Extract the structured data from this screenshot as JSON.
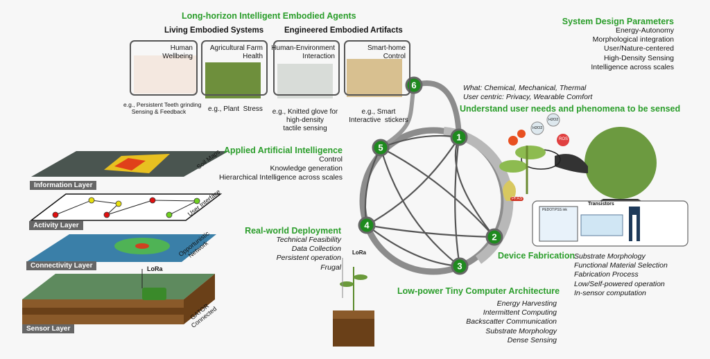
{
  "title": "Long-horizon Intelligent Embodied Agents",
  "living": {
    "heading": "Living Embodied Systems",
    "cards": [
      {
        "title": "Human\nWellbeing",
        "caption": "e.g., Persistent Teeth grinding\nSensing & Feedback"
      },
      {
        "title": "Agricultural Farm\nHealth",
        "caption": "e.g., Plant  Stress"
      }
    ]
  },
  "engineered": {
    "heading": "Engineered Embodied Artifacts",
    "cards": [
      {
        "title": "Human-Environment\nInteraction",
        "caption": "e.g., Knitted glove for\nhigh-density\ntactile sensing"
      },
      {
        "title": "Smart-home\nControl",
        "caption": "e.g., Smart\nInteractive  stickers"
      }
    ]
  },
  "design_params": {
    "heading": "System Design Parameters",
    "items": [
      "Energy-Autonomy",
      "Morphological integration",
      "User/Nature-centered",
      "High-Density Sensing",
      "Intelligence across scales"
    ]
  },
  "understand": {
    "lines": [
      "What: Chemical, Mechanical, Thermal",
      "User centric: Privacy, Wearable Comfort"
    ],
    "heading": "Understand user needs and phenomena to be sensed",
    "badges": [
      "H2O2",
      "H2O2",
      "ROS",
      "PFAS"
    ]
  },
  "applied_ai": {
    "heading": "Applied Artificial Intelligence",
    "items": [
      "Control",
      "Knowledge generation",
      "Hierarchical Intelligence across scales"
    ]
  },
  "deployment": {
    "heading": "Real-world Deployment",
    "items": [
      "Technical Feasibility",
      "Data Collection",
      "Persistent operation",
      "Frugal"
    ]
  },
  "device_fab": {
    "heading": "Device Fabrication",
    "items": [
      "Substrate Morphology",
      "Functional Material Selection",
      "Fabrication Process",
      "Low/Self-powered operation",
      "In-sensor computation"
    ],
    "panel_label": "Transistors",
    "ink_label": "PEDOT:PSS ink"
  },
  "low_power": {
    "heading": "Low-power Tiny Computer Architecture",
    "items": [
      "Energy Harvesting",
      "Intermittent Computing",
      "Backscatter Communication",
      "Substrate Morphology",
      "Dense Sensing"
    ]
  },
  "layers": {
    "information": {
      "label": "Information Layer",
      "side": "Soil Maps"
    },
    "activity": {
      "label": "Activity Layer",
      "side": "User Interface"
    },
    "connectivity": {
      "label": "Connectivity Layer",
      "side": "Opportunistic\nNetwork"
    },
    "sensor": {
      "label": "Sensor Layer",
      "side": "GATOR\nConnected"
    },
    "lora": "LoRa"
  },
  "lora2": "LoRa",
  "nodes": [
    "1",
    "2",
    "3",
    "4",
    "5",
    "6"
  ],
  "colors": {
    "accent": "#2a9d2a",
    "node": "#1e8a1e",
    "ring": "#888888"
  }
}
